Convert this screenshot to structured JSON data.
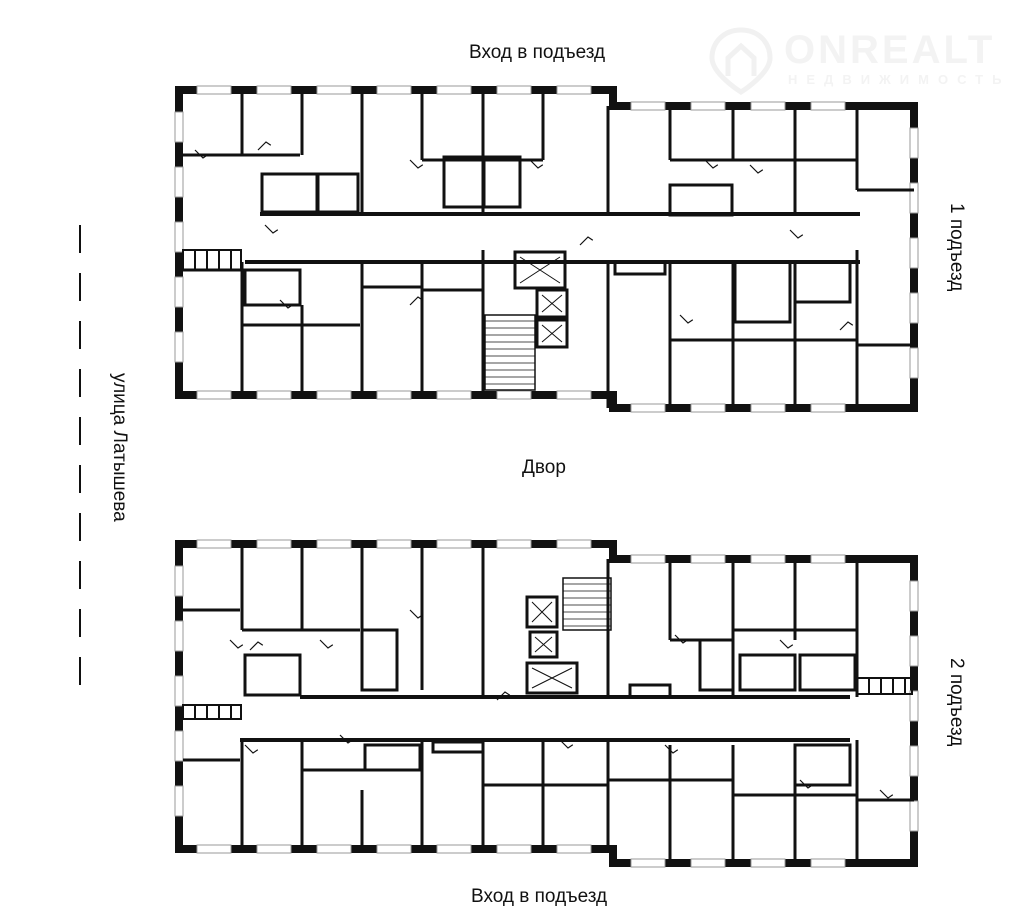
{
  "labels": {
    "entrance_top": "Вход в подъезд",
    "entrance_bottom": "Вход в подъезд",
    "entrance_1": "1 подъезд",
    "entrance_2": "2 подъезд",
    "street": "улица Латышева",
    "courtyard": "Двор"
  },
  "watermark": {
    "brand": "ONREALT",
    "subtitle": "НЕДВИЖИМОСТЬ"
  },
  "colors": {
    "wall": "#111111",
    "window": "#ffffff",
    "background": "#ffffff"
  }
}
